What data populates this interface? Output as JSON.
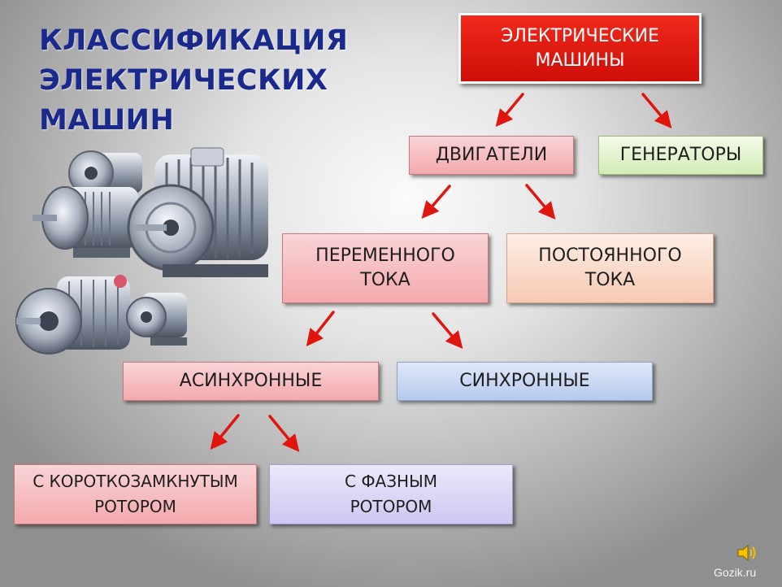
{
  "title": {
    "lines": [
      "КЛАССИФИКАЦИЯ",
      "ЭЛЕКТРИЧЕСКИХ",
      "МАШИН"
    ]
  },
  "nodes": {
    "root": {
      "lines": [
        "ЭЛЕКТРИЧЕСКИЕ",
        "МАШИНЫ"
      ]
    },
    "motors": {
      "lines": [
        "ДВИГАТЕЛИ"
      ]
    },
    "generators": {
      "lines": [
        "ГЕНЕРАТОРЫ"
      ]
    },
    "ac": {
      "lines": [
        "ПЕРЕМЕННОГО",
        "ТОКА"
      ]
    },
    "dc": {
      "lines": [
        "ПОСТОЯННОГО",
        "ТОКА"
      ]
    },
    "async": {
      "lines": [
        "АСИНХРОННЫЕ"
      ]
    },
    "sync": {
      "lines": [
        "СИНХРОННЫЕ"
      ]
    },
    "squirrel": {
      "lines": [
        "С КОРОТКОЗАМКНУТЫМ",
        "РОТОРОМ"
      ]
    },
    "wound": {
      "lines": [
        "С ФАЗНЫМ",
        "РОТОРОМ"
      ]
    }
  },
  "colors": {
    "title": "#1a2a8c",
    "root_fill": "#e8180f",
    "arrow": "#e0160e"
  },
  "icons": [
    "electric-motors-image",
    "sound-icon"
  ],
  "watermark": "Gozik.ru"
}
